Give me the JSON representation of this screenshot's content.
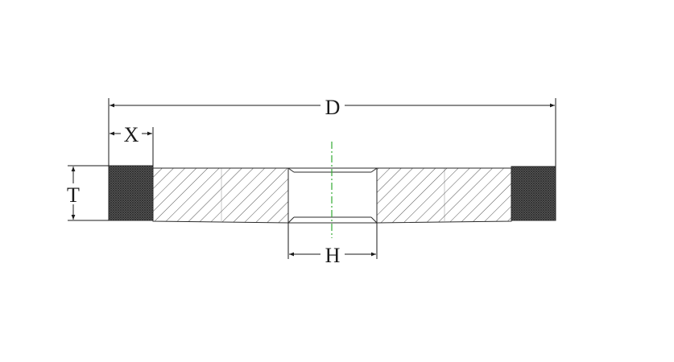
{
  "diagram": {
    "labels": {
      "diameter": "D",
      "rim_width": "X",
      "thickness": "T",
      "bore": "H"
    },
    "colors": {
      "line": "#1a1a1a",
      "hatch": "#555555",
      "abrasive": "#4a4a4a",
      "center_line": "#33aa33",
      "background": "#ffffff"
    }
  }
}
